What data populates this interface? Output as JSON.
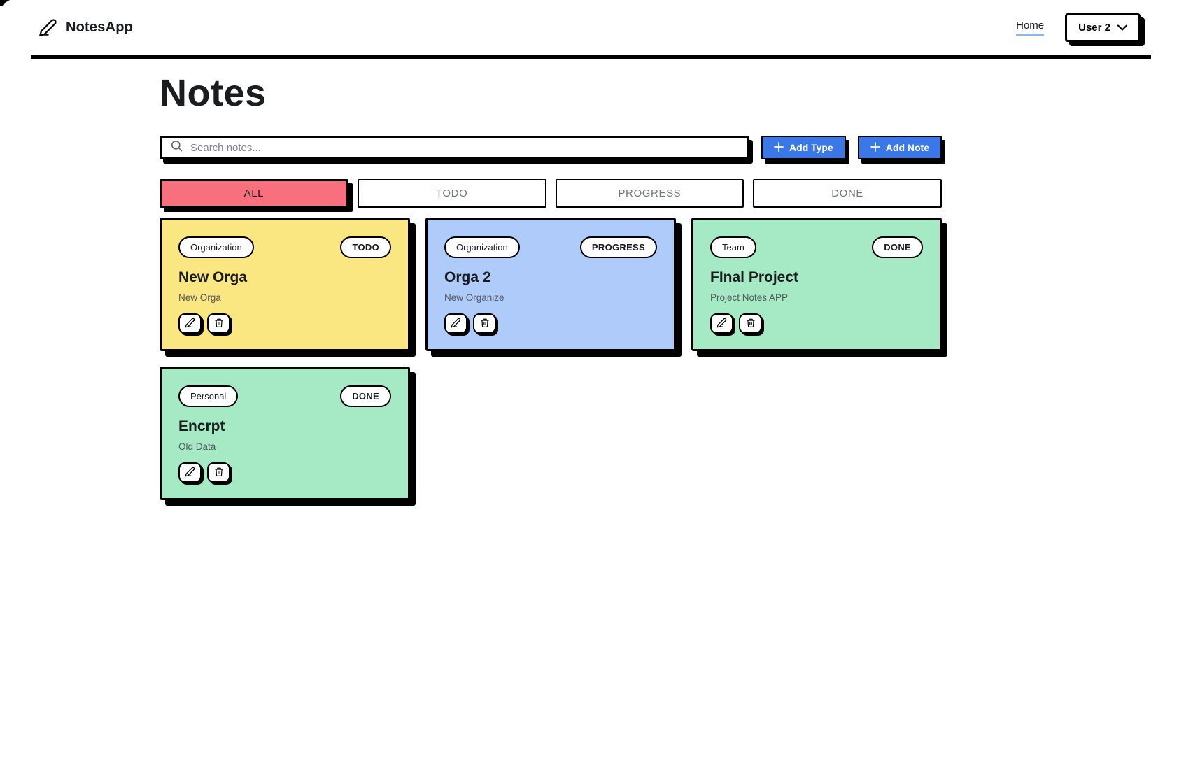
{
  "header": {
    "app_name": "NotesApp",
    "nav": {
      "home_label": "Home"
    },
    "user_menu": {
      "label": "User 2"
    }
  },
  "page": {
    "title": "Notes",
    "search": {
      "placeholder": "Search notes...",
      "value": ""
    },
    "actions": {
      "add_type_label": "Add Type",
      "add_note_label": "Add Note"
    },
    "filters": [
      {
        "label": "ALL",
        "active": true
      },
      {
        "label": "TODO",
        "active": false
      },
      {
        "label": "PROGRESS",
        "active": false
      },
      {
        "label": "DONE",
        "active": false
      }
    ],
    "notes": [
      {
        "type": "Organization",
        "status": "TODO",
        "title": "New Orga",
        "description": "New Orga",
        "color": "#FAE782"
      },
      {
        "type": "Organization",
        "status": "PROGRESS",
        "title": "Orga 2",
        "description": "New Organize",
        "color": "#AECBFA"
      },
      {
        "type": "Team",
        "status": "DONE",
        "title": "FInal Project",
        "description": "Project Notes APP",
        "color": "#A6E9C5"
      },
      {
        "type": "Personal",
        "status": "DONE",
        "title": "Encrpt",
        "description": "Old Data",
        "color": "#A6E9C5"
      }
    ]
  },
  "colors": {
    "accent_blue": "#3B78E7",
    "active_filter_red": "#F8707E",
    "card_yellow": "#FAE782",
    "card_blue": "#AECBFA",
    "card_green": "#A6E9C5",
    "home_underline": "#8FB4EE"
  },
  "icons": {
    "brand": "pen-icon",
    "search": "search-icon",
    "user_caret": "chevron-down-icon",
    "add": "plus-icon",
    "edit": "pen-icon",
    "delete": "trash-icon"
  }
}
